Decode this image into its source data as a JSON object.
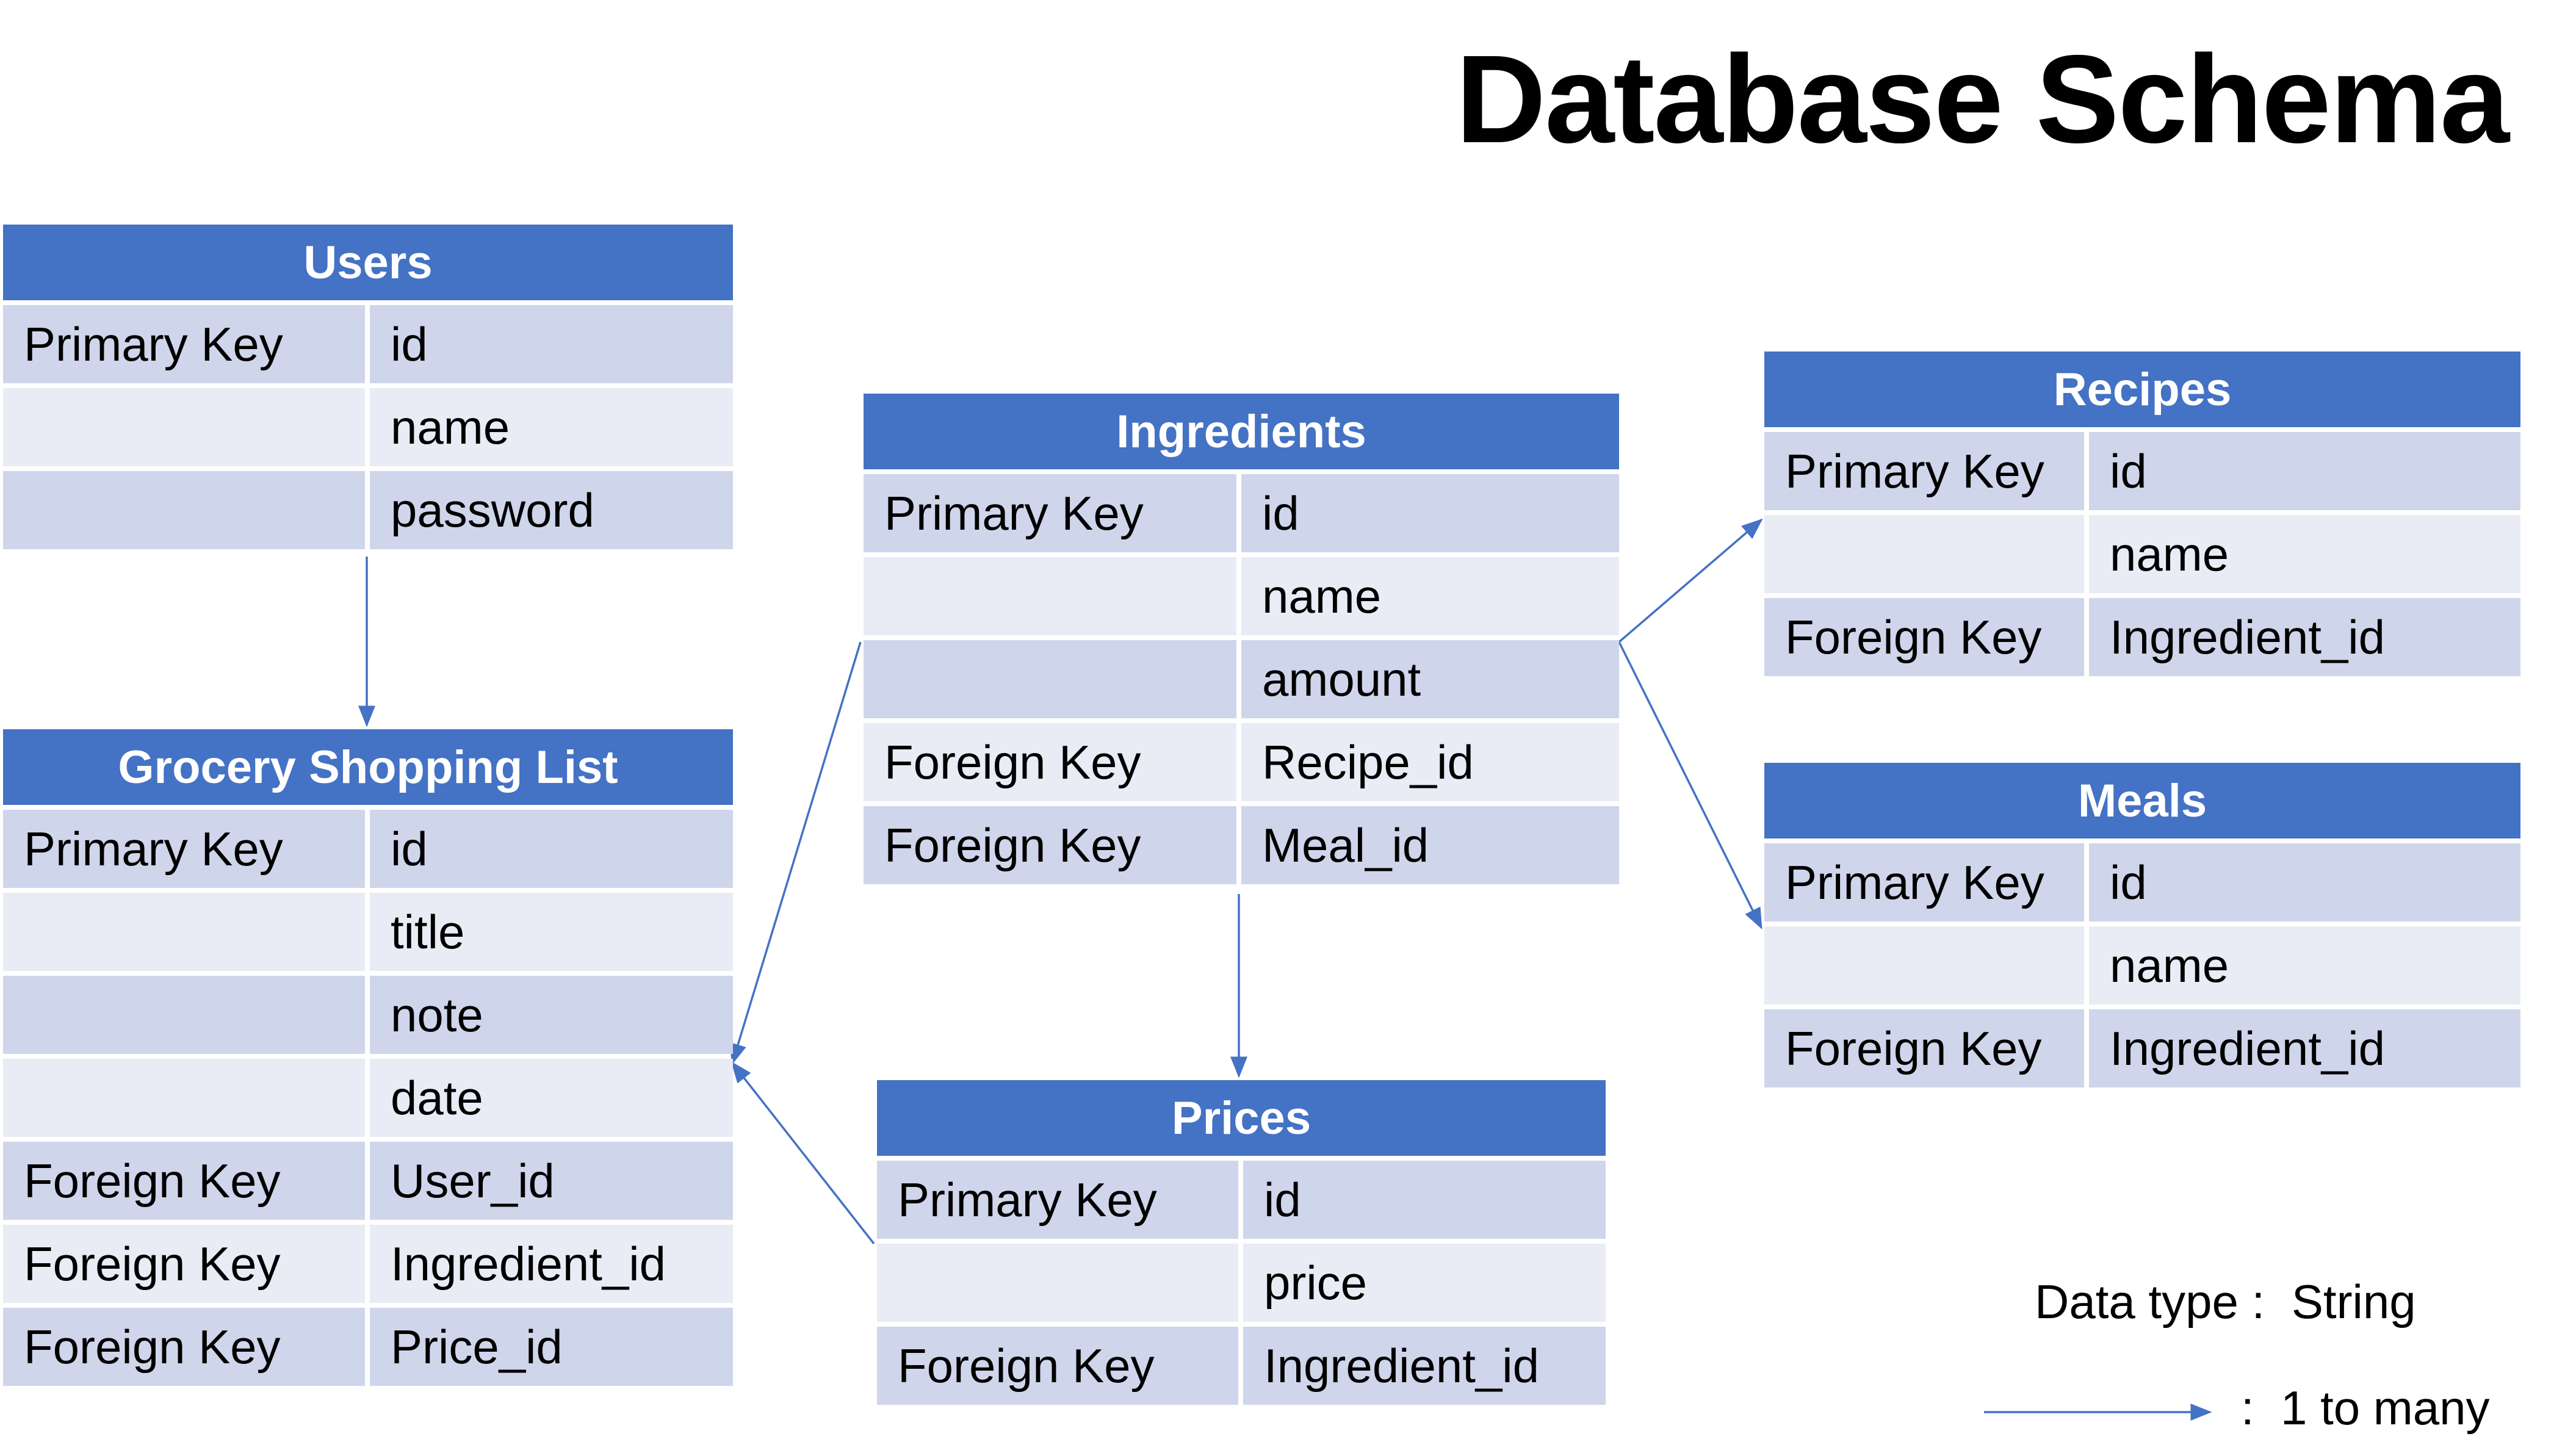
{
  "title": "Database Schema",
  "colors": {
    "header": "#4472C4",
    "row_dark": "#CFD5EA",
    "row_light": "#E9EBF5",
    "link": "#4472C4"
  },
  "tables": [
    {
      "name": "Users",
      "rows": [
        {
          "key": "Primary Key",
          "field": "id"
        },
        {
          "key": "",
          "field": "name"
        },
        {
          "key": "",
          "field": "password"
        }
      ]
    },
    {
      "name": "Grocery Shopping List",
      "rows": [
        {
          "key": "Primary Key",
          "field": "id"
        },
        {
          "key": "",
          "field": "title"
        },
        {
          "key": "",
          "field": "note"
        },
        {
          "key": "",
          "field": "date"
        },
        {
          "key": "Foreign Key",
          "field": "User_id"
        },
        {
          "key": "Foreign Key",
          "field": "Ingredient_id"
        },
        {
          "key": "Foreign Key",
          "field": "Price_id"
        }
      ]
    },
    {
      "name": "Ingredients",
      "rows": [
        {
          "key": "Primary Key",
          "field": "id"
        },
        {
          "key": "",
          "field": "name"
        },
        {
          "key": "",
          "field": "amount"
        },
        {
          "key": "Foreign Key",
          "field": "Recipe_id"
        },
        {
          "key": "Foreign Key",
          "field": "Meal_id"
        }
      ]
    },
    {
      "name": "Prices",
      "rows": [
        {
          "key": "Primary Key",
          "field": "id"
        },
        {
          "key": "",
          "field": "price"
        },
        {
          "key": "Foreign Key",
          "field": "Ingredient_id"
        }
      ]
    },
    {
      "name": "Recipes",
      "rows": [
        {
          "key": "Primary Key",
          "field": "id"
        },
        {
          "key": "",
          "field": "name"
        },
        {
          "key": "Foreign Key",
          "field": "Ingredient_id"
        }
      ]
    },
    {
      "name": "Meals",
      "rows": [
        {
          "key": "Primary Key",
          "field": "id"
        },
        {
          "key": "",
          "field": "name"
        },
        {
          "key": "Foreign Key",
          "field": "Ingredient_id"
        }
      ]
    }
  ],
  "relations": [
    {
      "from": "Users",
      "to": "Grocery Shopping List",
      "type": "1 to many"
    },
    {
      "from": "Ingredients",
      "to": "Grocery Shopping List",
      "type": "1 to many"
    },
    {
      "from": "Prices",
      "to": "Grocery Shopping List",
      "type": "1 to many"
    },
    {
      "from": "Ingredients",
      "to": "Prices",
      "type": "1 to many"
    },
    {
      "from": "Ingredients",
      "to": "Recipes",
      "type": "1 to many"
    },
    {
      "from": "Ingredients",
      "to": "Meals",
      "type": "1 to many"
    }
  ],
  "legend": {
    "data_type_label": "Data type :",
    "data_type_value": "String",
    "arrow_label": ":  1 to many"
  }
}
